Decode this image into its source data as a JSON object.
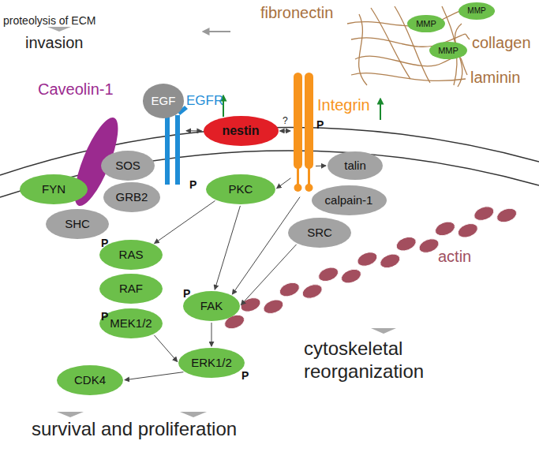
{
  "diagram": {
    "nodes": [
      {
        "text": [
          "MMP"
        ]
      },
      {
        "text": [
          "MMP"
        ]
      },
      {
        "text": [
          "MMP"
        ]
      },
      {
        "text": [
          "Caveolin-1"
        ]
      },
      {
        "text": [
          "EGF"
        ]
      },
      {
        "text": [
          "EGFR"
        ]
      },
      {
        "text": [
          "nestin"
        ]
      },
      {
        "text": [
          "Integrin"
        ]
      },
      {
        "text": [
          "SOS"
        ]
      },
      {
        "text": [
          "FYN"
        ]
      },
      {
        "text": [
          "GRB2"
        ]
      },
      {
        "text": [
          "SHC"
        ]
      },
      {
        "text": [
          "PKC"
        ]
      },
      {
        "text": [
          "talin"
        ]
      },
      {
        "text": [
          "calpain-1"
        ]
      },
      {
        "text": [
          "SRC"
        ]
      },
      {
        "text": [
          "RAS"
        ]
      },
      {
        "text": [
          "RAF"
        ]
      },
      {
        "text": [
          "FAK"
        ]
      },
      {
        "text": [
          "MEK1/2"
        ]
      },
      {
        "text": [
          "ERK1/2"
        ]
      },
      {
        "text": [
          "CDK4"
        ]
      }
    ],
    "edges": [
      {
        "from": 6,
        "to": 5,
        "arrow": "both"
      },
      {
        "from": 6,
        "to": 7,
        "label": "?",
        "arrow": "both"
      },
      {
        "from": 7,
        "to": 13,
        "arrow": "to"
      },
      {
        "from": 7,
        "to": 12,
        "arrow": "to"
      },
      {
        "from": 7,
        "to": 18,
        "arrow": "to"
      },
      {
        "from": 12,
        "to": 16,
        "arrow": "to"
      },
      {
        "from": 12,
        "to": 18,
        "arrow": "to"
      },
      {
        "from": 15,
        "to": 18,
        "arrow": "to"
      },
      {
        "from": 19,
        "to": 20,
        "arrow": "to"
      },
      {
        "from": 18,
        "to": 20,
        "arrow": "to"
      },
      {
        "from": 20,
        "to": 21,
        "arrow": "to"
      }
    ],
    "labels": [
      "proteolysis of ECM",
      "invasion",
      "fibronectin",
      "collagen",
      "laminin",
      "P",
      "P",
      "P",
      "P",
      "P",
      "P",
      "actin",
      "cytoskeletal reorganization",
      "survival and proliferation"
    ]
  }
}
